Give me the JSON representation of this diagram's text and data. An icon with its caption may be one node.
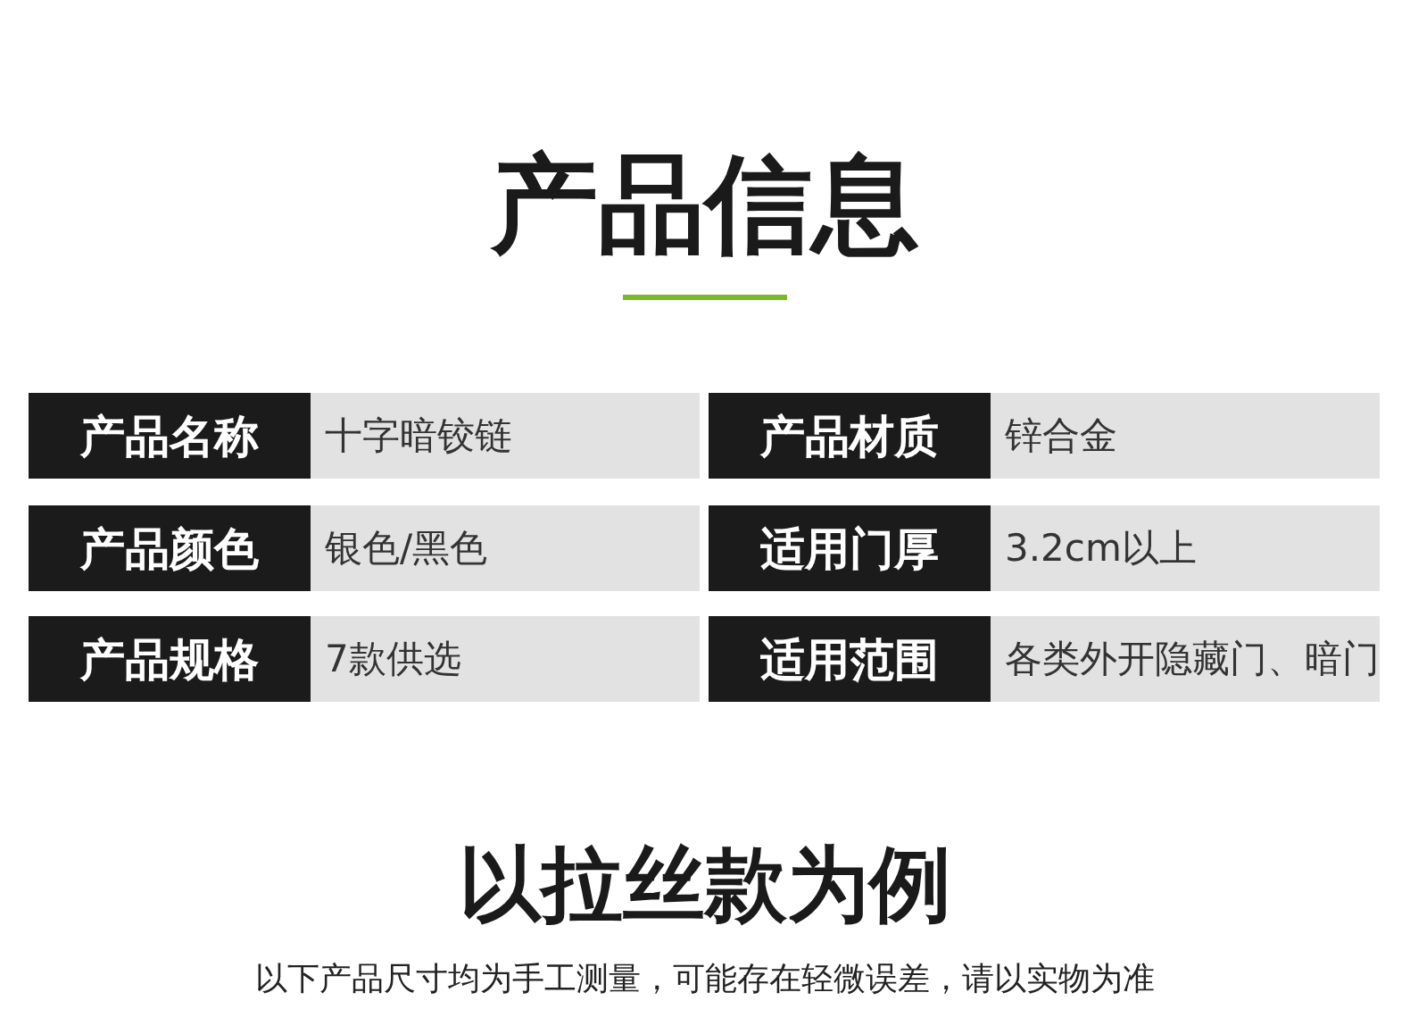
{
  "diagram": {
    "title": "产品信息",
    "labels": [
      "产品名称",
      "十字暗铰链",
      "产品材质",
      "锌合金",
      "产品颜色",
      "银色/黑色",
      "适用门厚",
      "3.2cm以上",
      "产品规格",
      "7款供选",
      "适用范围",
      "各类外开隐藏门、暗门",
      "以拉丝款为例",
      "以下产品尺寸均为手工测量，可能存在轻微误差，请以实物为准"
    ]
  }
}
